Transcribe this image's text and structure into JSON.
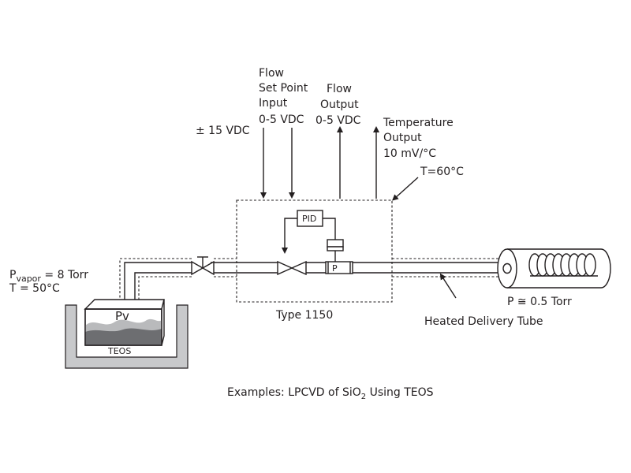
{
  "labels": {
    "flow_setpoint": [
      "Flow",
      "Set Point",
      "Input",
      "0-5 VDC"
    ],
    "flow_output": [
      "Flow",
      "Output",
      "0-5 VDC"
    ],
    "temperature_output": [
      "Temperature",
      "Output",
      "10 mV/°C"
    ],
    "supply_voltage": "± 15 VDC",
    "mfc_temperature": "T=60°C",
    "pid": "PID",
    "pressure_sensor": "P",
    "controller_model": "Type 1150",
    "vapor_pressure_main": "P",
    "vapor_pressure_sub": "vapor",
    "vapor_pressure_value": " = 8 Torr",
    "bath_temperature": "T = 50°C",
    "pv": "Pv",
    "teos": "TEOS",
    "chamber_pressure": "P ≅ 0.5 Torr",
    "heated_tube": "Heated Delivery Tube",
    "caption_main": "Examples: LPCVD of SiO",
    "caption_sub": "2",
    "caption_end": " Using TEOS"
  }
}
